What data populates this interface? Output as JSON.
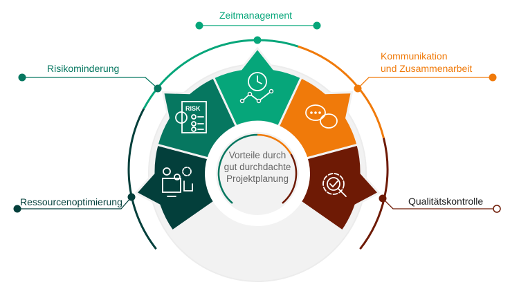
{
  "center": {
    "line1": "Vorteile durch",
    "line2": "gut durchdachte",
    "line3": "Projektplanung"
  },
  "segments": [
    {
      "label": "Ressourcenoptimierung",
      "icon": "resource-management-icon",
      "color": "#033f3b"
    },
    {
      "label": "Risikominderung",
      "icon": "risk-checklist-icon",
      "color": "#067760",
      "icon_text": "RISK"
    },
    {
      "label": "Zeitmanagement",
      "icon": "clock-chart-icon",
      "color": "#06a67a"
    },
    {
      "label": "Kommunikation",
      "label2": "und Zusammenarbeit",
      "icon": "chat-bubbles-icon",
      "color": "#f07a0a"
    },
    {
      "label": "Qualitätskontrolle",
      "icon": "quality-gear-check-icon",
      "color": "#6e1a05"
    }
  ],
  "colors": {
    "disk": "#f2f2f2",
    "center_text": "#666666",
    "quality_label": "#1a1a1a"
  }
}
